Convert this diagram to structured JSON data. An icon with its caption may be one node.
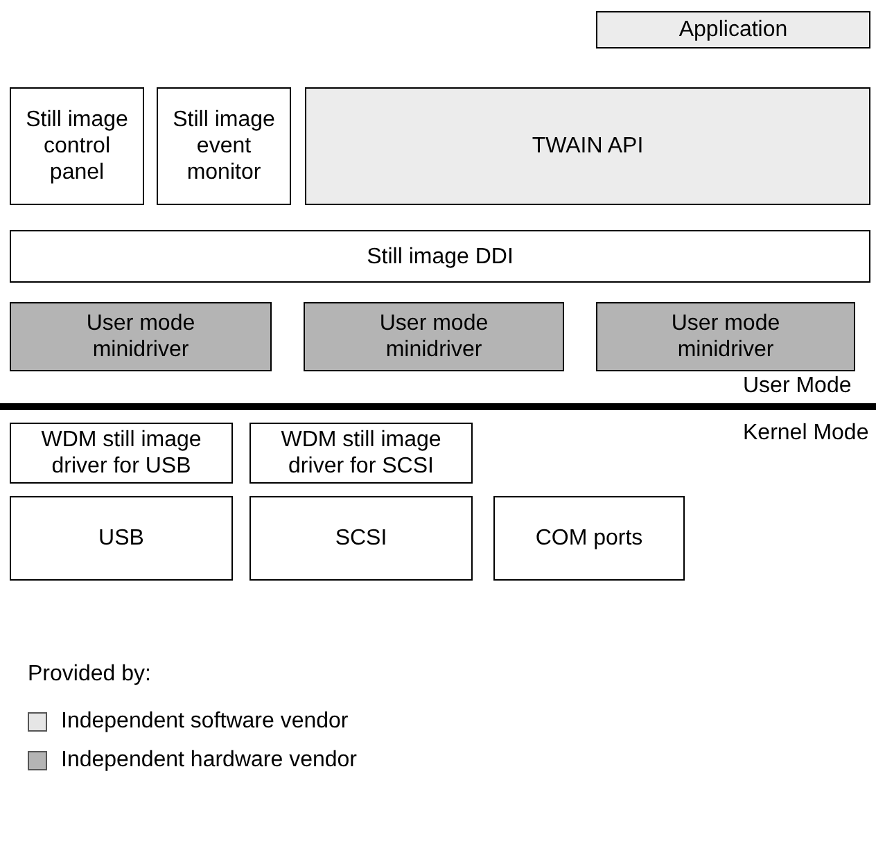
{
  "diagram": {
    "nodes": [
      {
        "text": [
          "Application"
        ]
      },
      {
        "text": [
          "Still image control panel"
        ]
      },
      {
        "text": [
          "Still image event monitor"
        ]
      },
      {
        "text": [
          "TWAIN API"
        ]
      },
      {
        "text": [
          "Still image DDI"
        ]
      },
      {
        "text": [
          "User mode minidriver"
        ]
      },
      {
        "text": [
          "User mode minidriver"
        ]
      },
      {
        "text": [
          "User mode minidriver"
        ]
      },
      {
        "text": [
          "WDM still image driver for USB"
        ]
      },
      {
        "text": [
          "WDM still image driver for SCSI"
        ]
      },
      {
        "text": [
          "COM ports"
        ]
      },
      {
        "text": [
          "USB"
        ]
      },
      {
        "text": [
          "SCSI"
        ]
      }
    ],
    "edges": [],
    "labels": [
      "User Mode",
      "Kernel Mode",
      "Provided by:"
    ],
    "legend": [
      {
        "text": "Independent software vendor",
        "color": "#e6e6e6"
      },
      {
        "text": "Independent hardware vendor",
        "color": "#b4b4b4"
      }
    ]
  }
}
